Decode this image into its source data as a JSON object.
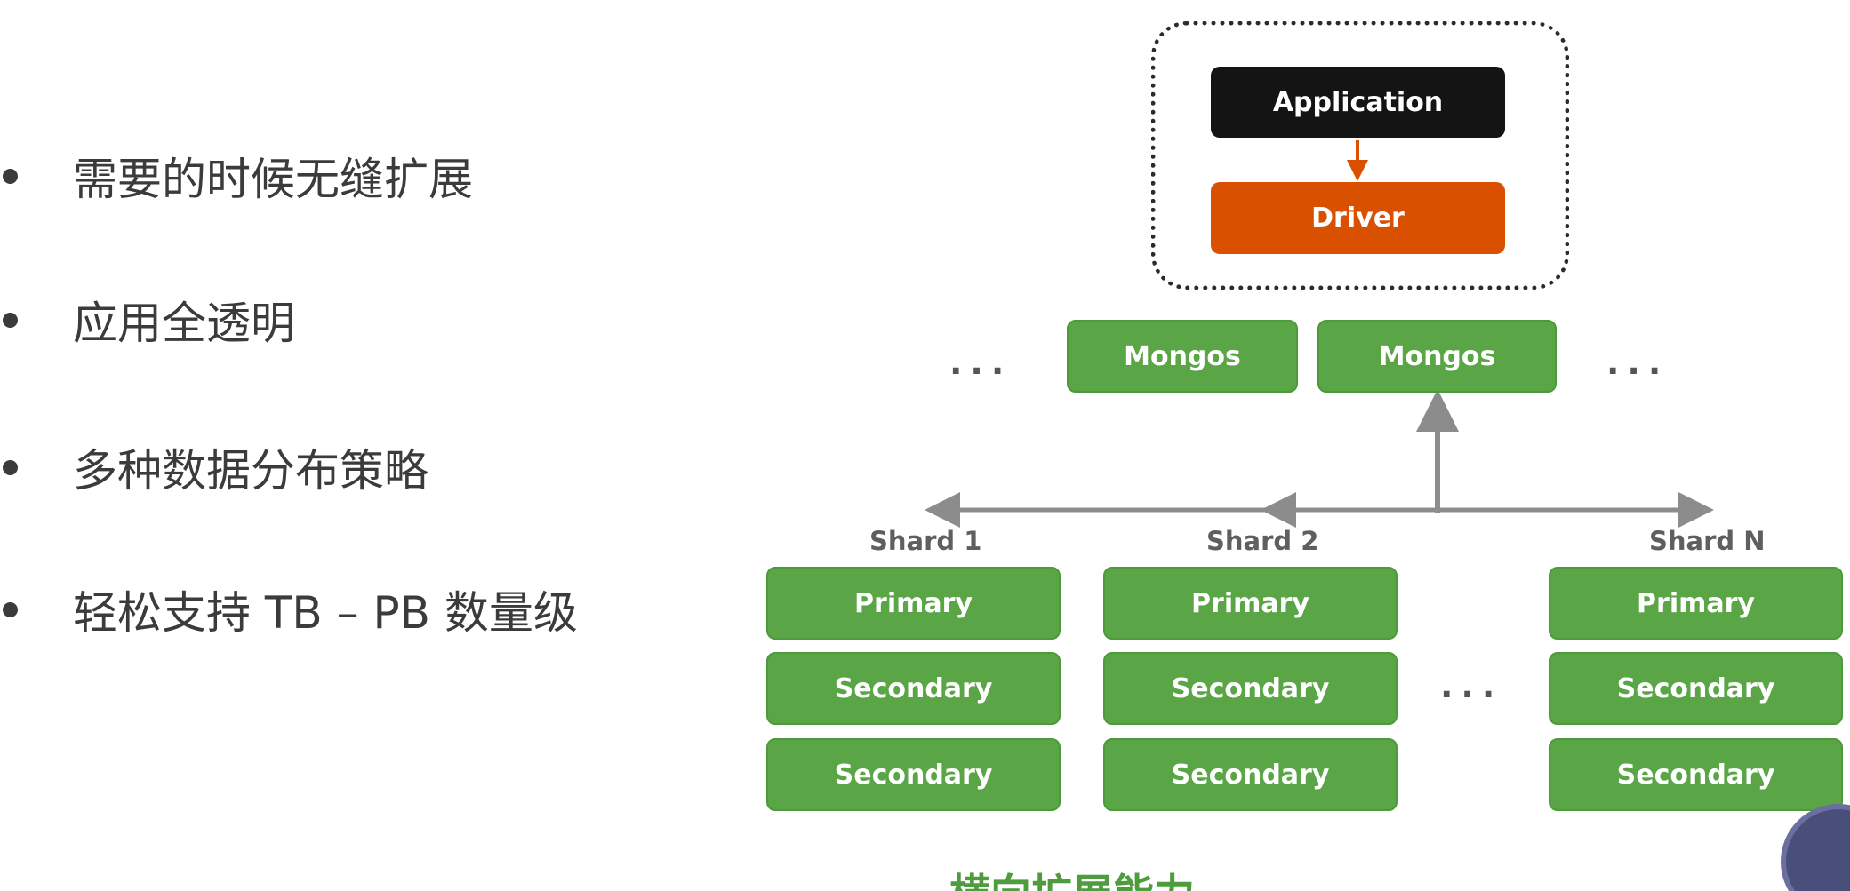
{
  "bullets": [
    "需要的时候无缝扩展",
    "应用全透明",
    "多种数据分布策略",
    "轻松支持 TB – PB 数量级"
  ],
  "diagram": {
    "application": "Application",
    "driver": "Driver",
    "mongos": [
      "Mongos",
      "Mongos"
    ],
    "ellipsis": "...",
    "shards": [
      {
        "label": "Shard 1",
        "nodes": [
          "Primary",
          "Secondary",
          "Secondary"
        ]
      },
      {
        "label": "Shard 2",
        "nodes": [
          "Primary",
          "Secondary",
          "Secondary"
        ]
      },
      {
        "label": "Shard N",
        "nodes": [
          "Primary",
          "Secondary",
          "Secondary"
        ]
      }
    ],
    "caption": "横向扩展能力"
  },
  "colors": {
    "application_bg": "#141414",
    "driver_bg": "#d95000",
    "node_bg": "#5aa646",
    "caption": "#4e9c3e",
    "arrow_gray": "#8c8c8c",
    "arrow_orange": "#d95000"
  },
  "icons": {
    "avatar": "presenter-avatar-icon"
  }
}
